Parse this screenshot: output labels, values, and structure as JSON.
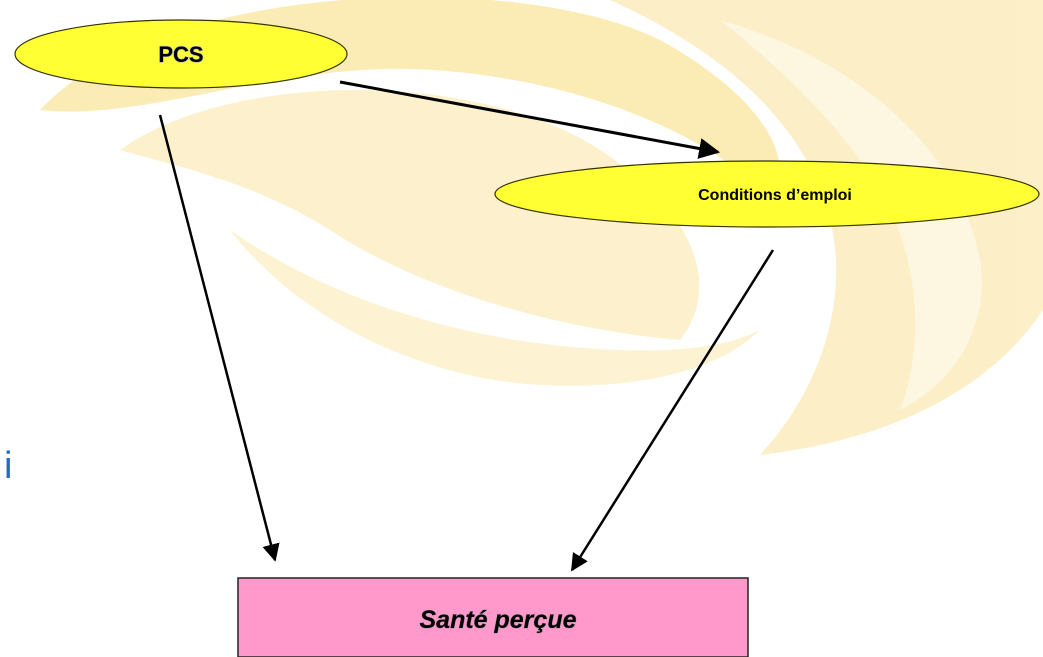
{
  "nodes": {
    "pcs": "PCS",
    "conditions": "Conditions d’emploi",
    "sante": "Santé perçue"
  },
  "stray_text": "i",
  "colors": {
    "background_swirl": "#fbe8a6",
    "ellipse_fill": "#ffff33",
    "box_fill": "#ff99cc",
    "arrow": "#000000",
    "stray_text": "#2b67c4"
  },
  "edges": [
    {
      "from": "PCS",
      "to": "Conditions d’emploi"
    },
    {
      "from": "PCS",
      "to": "Santé perçue"
    },
    {
      "from": "Conditions d’emploi",
      "to": "Santé perçue"
    }
  ]
}
